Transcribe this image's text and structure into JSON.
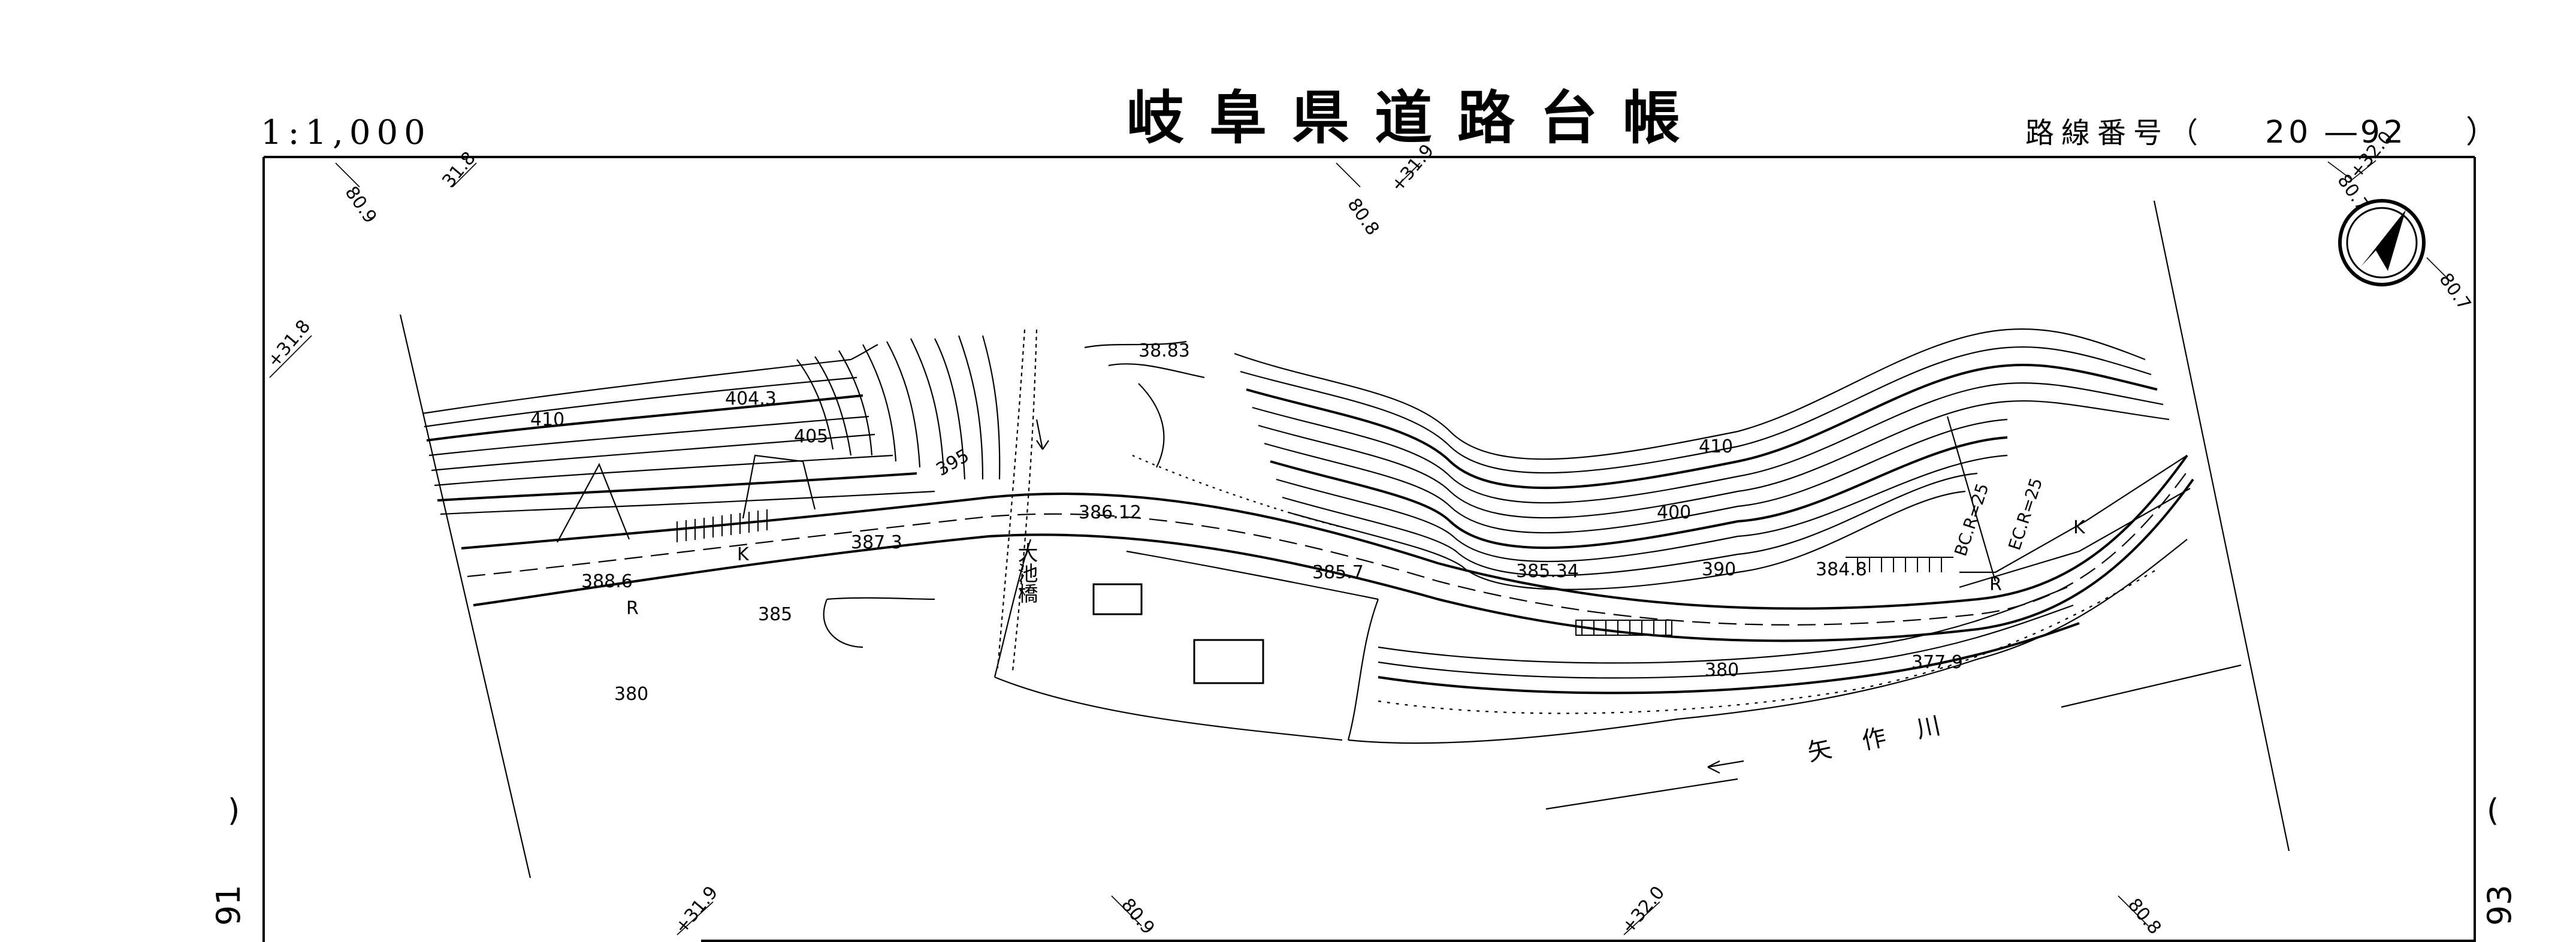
{
  "header": {
    "scale": "1:1,000",
    "title": "岐阜県道路台帳",
    "route_label": "路線番号（",
    "route_number": "20 ―92",
    "route_close": "）"
  },
  "sheet_refs": {
    "left": "91",
    "right": "93"
  },
  "grid_labels": {
    "top_1": "80.9",
    "top_2": "31.8",
    "top_3": "80.8",
    "top_4": "+31.9",
    "top_5": "80.7",
    "top_6": "+32.0",
    "right_1": "80.7",
    "left_1": "+31.8",
    "bottom_1": "+31.9",
    "bottom_2": "80.9",
    "bottom_3": "+32.0",
    "bottom_4": "80.8"
  },
  "map_labels": {
    "contour_410_w": "410",
    "contour_405": "405",
    "contour_395": "395",
    "contour_385": "385",
    "contour_380_w": "380",
    "contour_410_e": "410",
    "contour_400": "400",
    "contour_390": "390",
    "contour_380_e": "380",
    "spot_404": "404.3",
    "spot_3883": "38.83",
    "spot_3873": "387.3",
    "spot_3886": "388.6",
    "spot_38612": "386.12",
    "spot_3857": "385.7",
    "spot_38534": "385.34",
    "spot_3848": "384.8",
    "spot_3779": "377.9",
    "bridge": "大池橋",
    "river": "矢 作 川",
    "curve_bc": "BC.R=25",
    "curve_ec": "EC.R=25",
    "road_k1": "K",
    "road_k2": "K",
    "road_r1": "R",
    "road_r2": "R"
  },
  "icons": {
    "north_arrow": "north-arrow-icon"
  }
}
